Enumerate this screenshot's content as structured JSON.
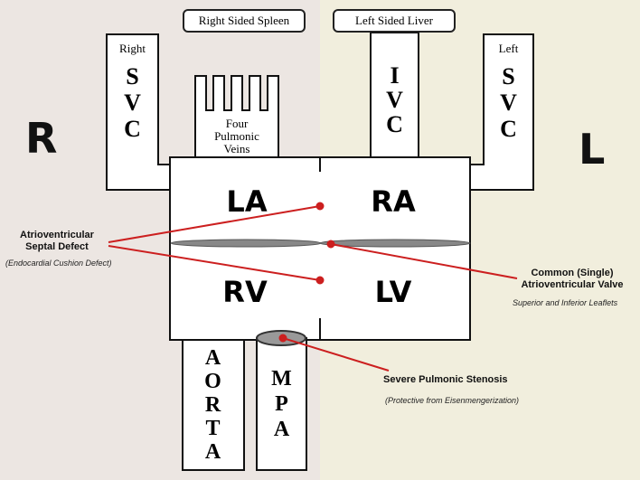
{
  "top_labels": {
    "spleen": "Right Sided Spleen",
    "liver": "Left Sided Liver"
  },
  "sides": {
    "right": "R",
    "left": "L"
  },
  "vessels": {
    "right_svc_caption": "Right",
    "right_svc": [
      "S",
      "V",
      "C"
    ],
    "left_svc_caption": "Left",
    "left_svc": [
      "S",
      "V",
      "C"
    ],
    "ivc": [
      "I",
      "V",
      "C"
    ],
    "pulmonic_veins": [
      "Four",
      "Pulmonic",
      "Veins"
    ],
    "aorta": [
      "A",
      "O",
      "R",
      "T",
      "A"
    ],
    "mpa": [
      "M",
      "P",
      "A"
    ]
  },
  "chambers": {
    "la": "LA",
    "ra": "RA",
    "rv": "RV",
    "lv": "LV"
  },
  "annotations": {
    "avsd_title": [
      "Atrioventricular",
      "Septal Defect"
    ],
    "avsd_sub": "(Endocardial Cushion Defect)",
    "valve_title": [
      "Common (Single)",
      "Atrioventricular Valve"
    ],
    "valve_sub": "Superior and Inferior Leaflets",
    "stenosis_title": "Severe Pulmonic Stenosis",
    "stenosis_sub": "(Protective from Eisenmengerization)"
  },
  "colors": {
    "pointer": "#cc1f1f",
    "outline": "#111111",
    "left_bg": "#ece6e2",
    "right_bg": "#f1eedd"
  }
}
